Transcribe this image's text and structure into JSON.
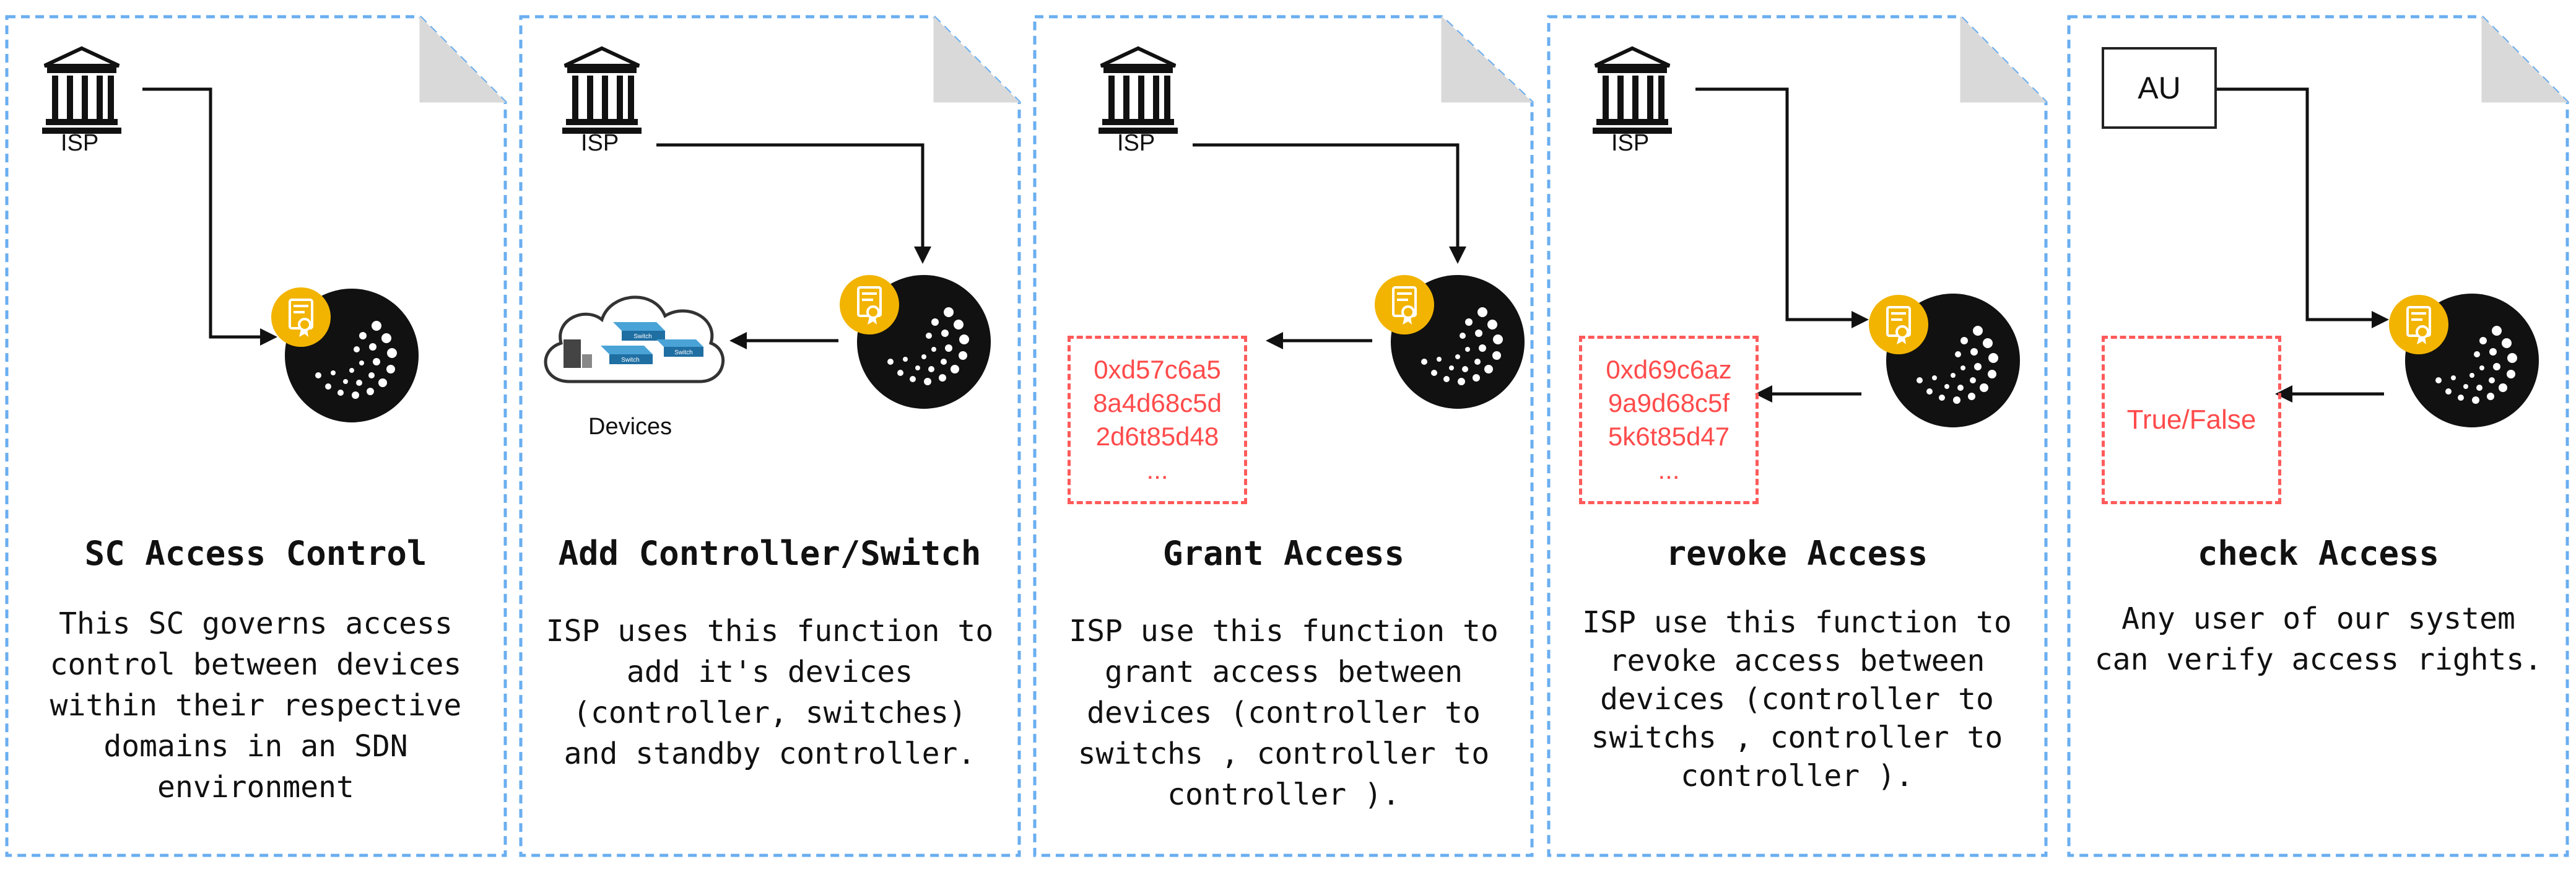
{
  "colors": {
    "panel_border": "#6aaef0",
    "hex_text": "#ff4b4b",
    "token_bg": "#111111",
    "badge": "#f2b400"
  },
  "icons": {
    "bank": "bank-icon",
    "iota": "iota-token-icon",
    "badge": "certificate-badge-icon",
    "cloud": "cloud-devices-icon"
  },
  "panels": [
    {
      "title": "SC Access Control",
      "actor": "ISP",
      "description": [
        "This SC governs access",
        "control between devices",
        "within their respective",
        "domains in an SDN",
        "environment"
      ]
    },
    {
      "title": "Add Controller/Switch",
      "actor": "ISP",
      "devices_label": "Devices",
      "cloud_labels": [
        "Switch",
        "Switch",
        "Switch"
      ],
      "description": [
        "ISP uses this function to",
        "add it's devices",
        "(controller,  switches)",
        "and standby controller."
      ]
    },
    {
      "title": "Grant Access",
      "actor": "ISP",
      "output_lines": [
        "0xd57c6a5",
        "8a4d68c5d",
        "2d6t85d48",
        "..."
      ],
      "description": [
        "ISP use this function to",
        "grant access between",
        "devices (controller to",
        "switchs , controller to",
        "controller )."
      ]
    },
    {
      "title": "revoke Access",
      "actor": "ISP",
      "output_lines": [
        "0xd69c6az",
        "9a9d68c5f",
        "5k6t85d47",
        "..."
      ],
      "description": [
        "ISP use this function to",
        "revoke access between",
        "devices (controller to",
        "switchs , controller to",
        "controller )."
      ]
    },
    {
      "title": "check Access",
      "actor": "AU",
      "output": "True/False",
      "description": [
        "Any user of our system",
        "can verify access rights."
      ]
    }
  ]
}
